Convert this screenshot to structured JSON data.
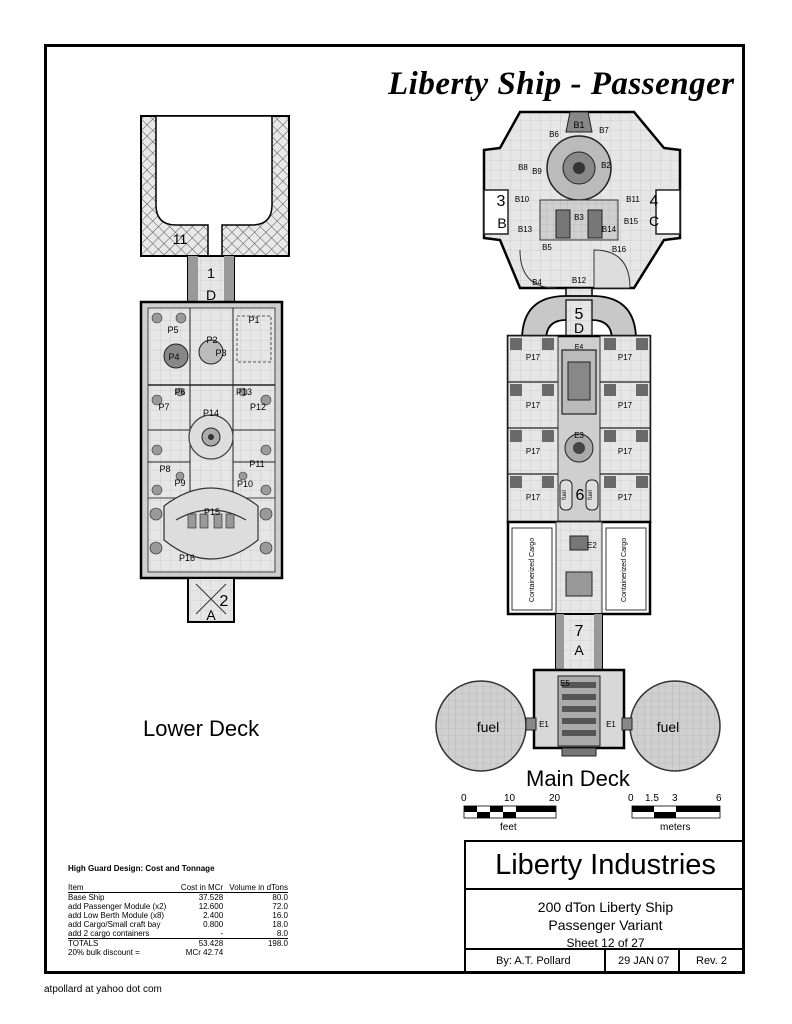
{
  "title": "Liberty Ship - Passenger",
  "decks": {
    "lower": "Lower Deck",
    "main": "Main Deck"
  },
  "lower_rooms": [
    "11",
    "1",
    "D",
    "P1",
    "P2",
    "P3",
    "P4",
    "P5",
    "P6",
    "P13",
    "P7",
    "P14",
    "P12",
    "P8",
    "P11",
    "P9",
    "P10",
    "P15",
    "P16",
    "2",
    "A"
  ],
  "main_rooms": [
    "B1",
    "B6",
    "B7",
    "B2",
    "B8",
    "B9",
    "B10",
    "B3",
    "B11",
    "B13",
    "B14",
    "B15",
    "B5",
    "B16",
    "B4",
    "B12",
    "3",
    "B",
    "4",
    "C",
    "5",
    "D",
    "E4",
    "E3",
    "6",
    "fuel",
    "fuel",
    "E2",
    "Containerized Cargo",
    "Containerized Cargo",
    "7",
    "A",
    "E5",
    "E1",
    "E1",
    "fuel",
    "fuel"
  ],
  "p17_label": "P17",
  "scale": {
    "feet_ticks": [
      "0",
      "10",
      "20"
    ],
    "feet_unit": "feet",
    "meter_ticks": [
      "0",
      "1.5",
      "3",
      "6"
    ],
    "meter_unit": "meters"
  },
  "title_block": {
    "company": "Liberty Industries",
    "line1": "200 dTon Liberty Ship",
    "line2": "Passenger Variant",
    "sheet": "Sheet 12 of 27",
    "author": "By:  A.T. Pollard",
    "date": "29 JAN 07",
    "rev": "Rev. 2"
  },
  "costs": {
    "heading": "High Guard Design:  Cost and Tonnage",
    "columns": [
      "Item",
      "Cost in MCr",
      "Volume in dTons"
    ],
    "rows": [
      [
        "Base Ship",
        "37.528",
        "80.0"
      ],
      [
        "add Passenger Module (x2)",
        "12.600",
        "72.0"
      ],
      [
        "add Low Berth Module (x8)",
        "2.400",
        "16.0"
      ],
      [
        "add Cargo/Small craft bay",
        "0.800",
        "18.0"
      ],
      [
        "add 2 cargo containers",
        "-",
        "8.0"
      ],
      [
        "TOTALS",
        "53.428",
        "198.0"
      ],
      [
        "20% bulk discount =",
        "MCr 42.74",
        ""
      ]
    ]
  },
  "footer": "atpollard at yahoo dot com"
}
